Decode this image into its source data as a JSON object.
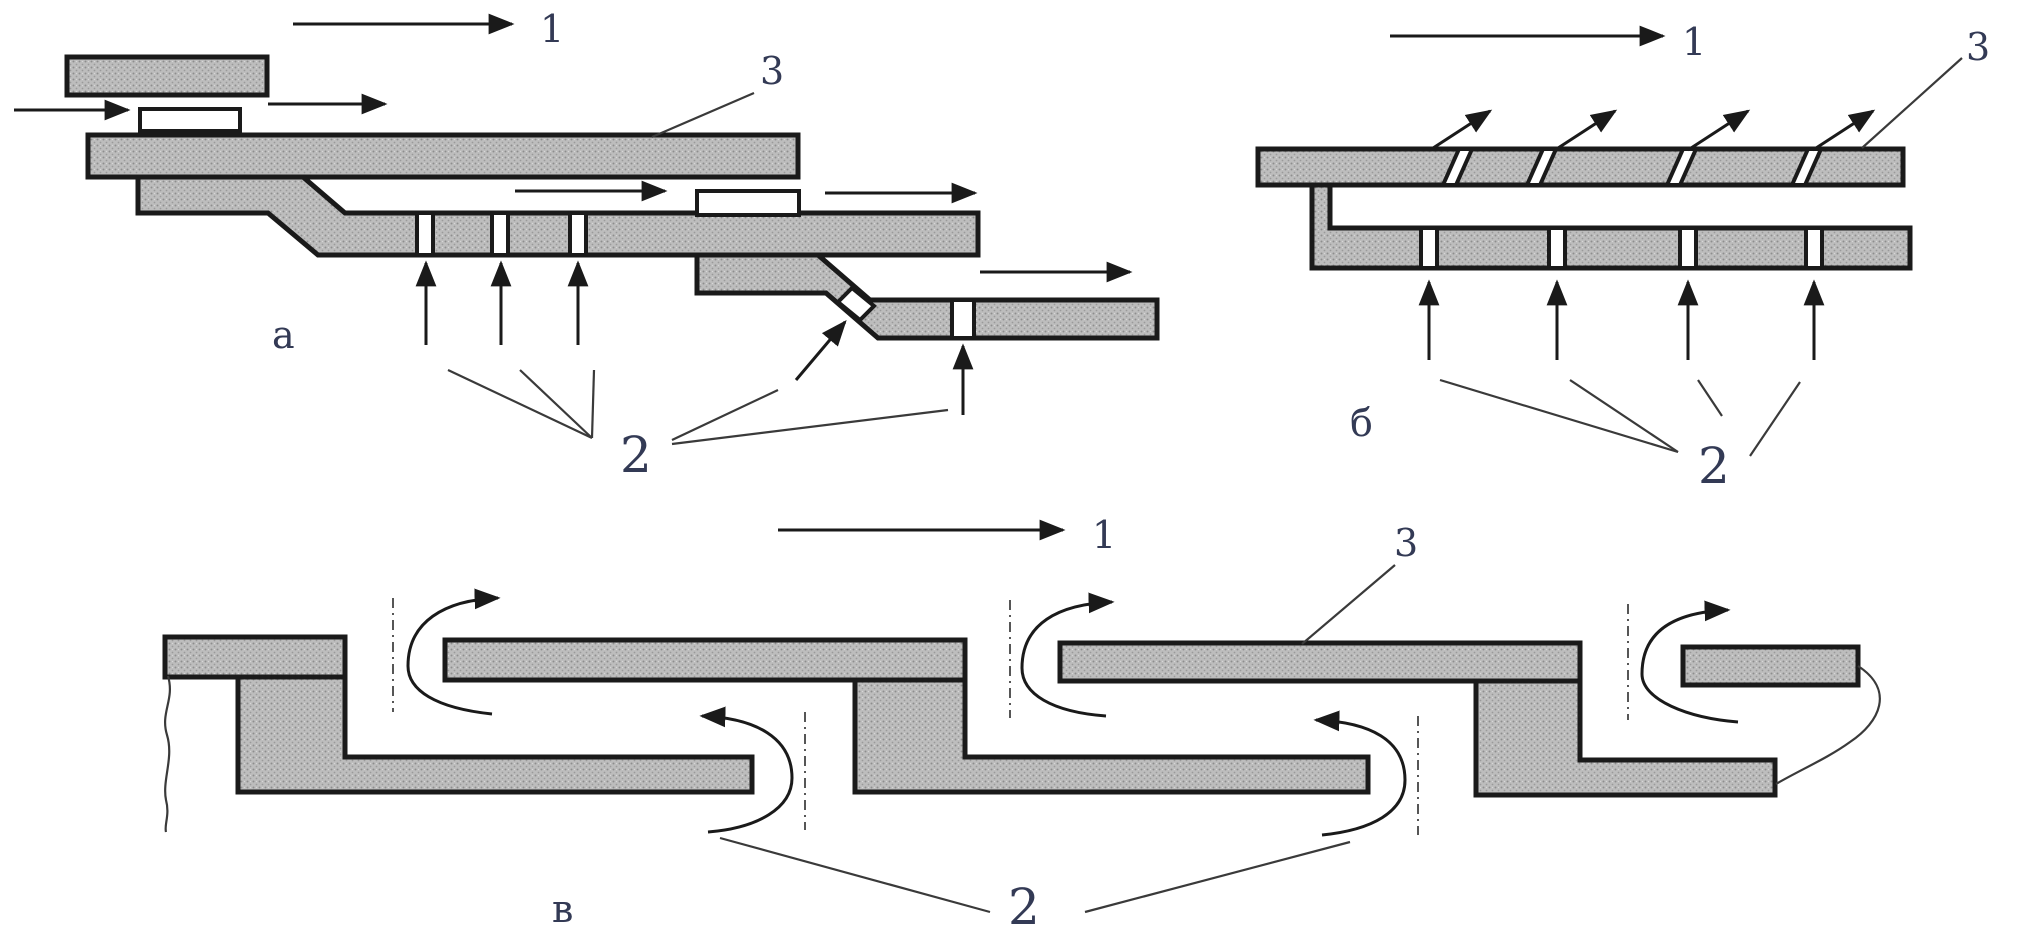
{
  "panels": {
    "a": {
      "letter": "а"
    },
    "b": {
      "letter": "б"
    },
    "c": {
      "letter": "в"
    }
  },
  "callouts": {
    "flow_direction": "1",
    "air_jets": "2",
    "plate": "3"
  },
  "colors": {
    "plate_fill": "#b8b8b8",
    "outline": "#1a1a1a",
    "text": "#333a55"
  }
}
